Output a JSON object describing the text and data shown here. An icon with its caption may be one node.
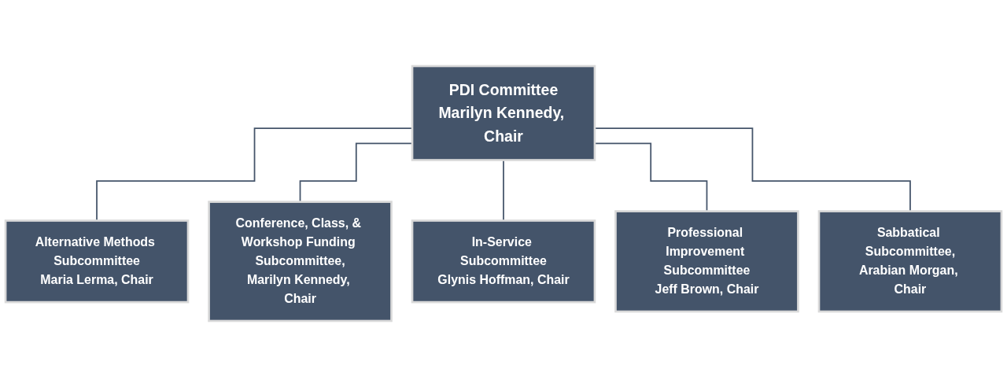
{
  "diagram": {
    "nodes": [
      {
        "text": [
          "PDI Committee",
          "Marilyn Kennedy, Chair"
        ]
      },
      {
        "text": [
          "Alternative Methods Subcommittee",
          "Maria Lerma, Chair"
        ]
      },
      {
        "text": [
          "Conference, Class, & Workshop Funding Subcommittee,",
          "Marilyn Kennedy, Chair"
        ]
      },
      {
        "text": [
          "In-Service Subcommittee",
          "Glynis Hoffman, Chair"
        ]
      },
      {
        "text": [
          "Professional Improvement Subcommittee",
          "Jeff Brown, Chair"
        ]
      },
      {
        "text": [
          "Sabbatical Subcommittee,",
          "Arabian Morgan, Chair"
        ]
      }
    ],
    "edges": [
      {
        "from": 0,
        "to": 1,
        "arrow": "none"
      },
      {
        "from": 0,
        "to": 2,
        "arrow": "none"
      },
      {
        "from": 0,
        "to": 3,
        "arrow": "none"
      },
      {
        "from": 0,
        "to": 4,
        "arrow": "none"
      },
      {
        "from": 0,
        "to": 5,
        "arrow": "none"
      }
    ]
  }
}
